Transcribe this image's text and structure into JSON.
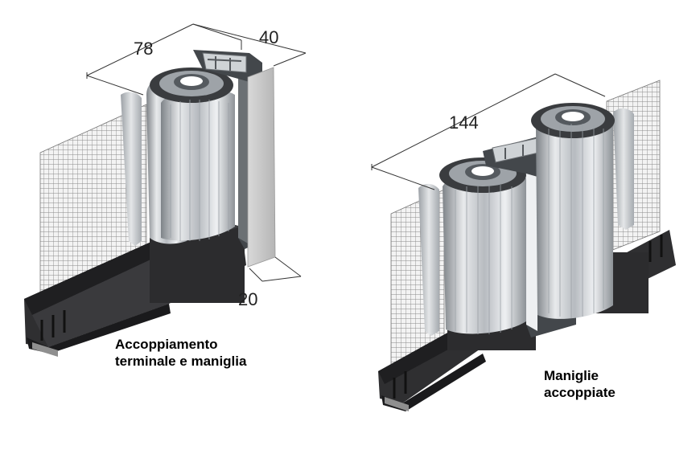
{
  "dimensions": {
    "left_width": "78",
    "left_depth": "40",
    "left_side": "20",
    "right_width": "144"
  },
  "captions": {
    "left_line1": "Accoppiamento",
    "left_line2": "terminale e maniglia",
    "right_line1": "Maniglie",
    "right_line2": "accoppiate"
  },
  "colors": {
    "base": "#2f2f31",
    "aluminum": "#c9ccd0",
    "mesh": "#8a8a8a"
  }
}
